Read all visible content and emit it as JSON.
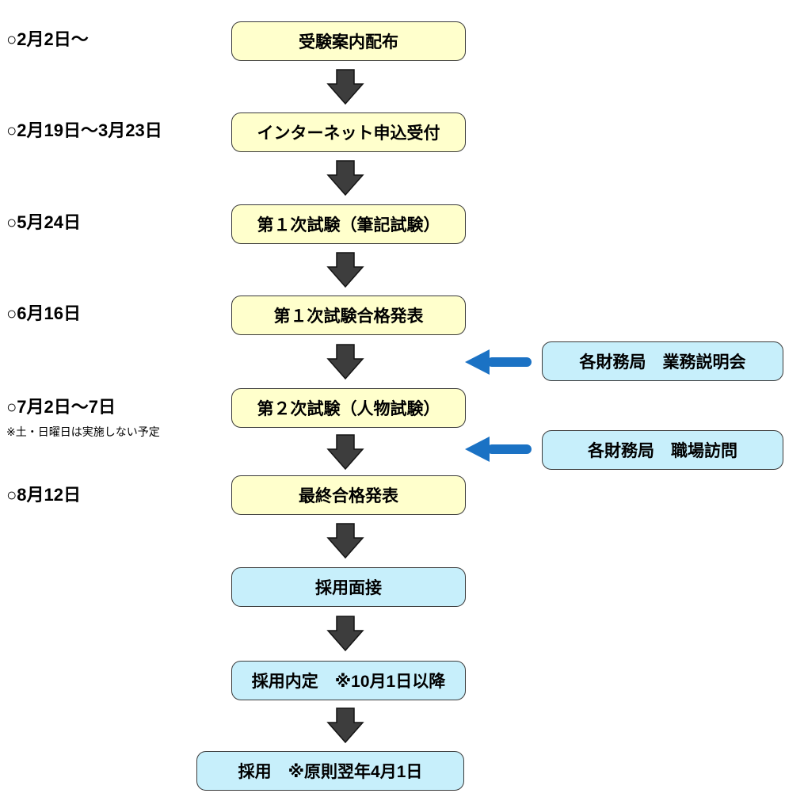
{
  "diagram": {
    "dates": [
      {
        "text": "○2月2日～"
      },
      {
        "text": "○2月19日～3月23日"
      },
      {
        "text": "○5月24日"
      },
      {
        "text": "○6月16日"
      },
      {
        "text": "○7月2日～7日",
        "note": "※土・日曜日は実施しない予定"
      },
      {
        "text": "○8月12日"
      }
    ],
    "steps": [
      {
        "label": "受験案内配布"
      },
      {
        "label": "インターネット申込受付"
      },
      {
        "label": "第１次試験（筆記試験）"
      },
      {
        "label": "第１次試験合格発表"
      },
      {
        "label": "第２次試験（人物試験）"
      },
      {
        "label": "最終合格発表"
      },
      {
        "label": "採用面接"
      },
      {
        "label": "採用内定　※10月1日以降"
      },
      {
        "label": "採用　※原則翌年4月1日"
      }
    ],
    "side_events": [
      {
        "label": "各財務局　業務説明会"
      },
      {
        "label": "各財務局　職場訪問"
      }
    ],
    "colors": {
      "step_yellow": "#ffffcc",
      "step_blue": "#c7effb",
      "down_arrow": "#3d3d3d",
      "side_arrow": "#1b72c4"
    }
  }
}
